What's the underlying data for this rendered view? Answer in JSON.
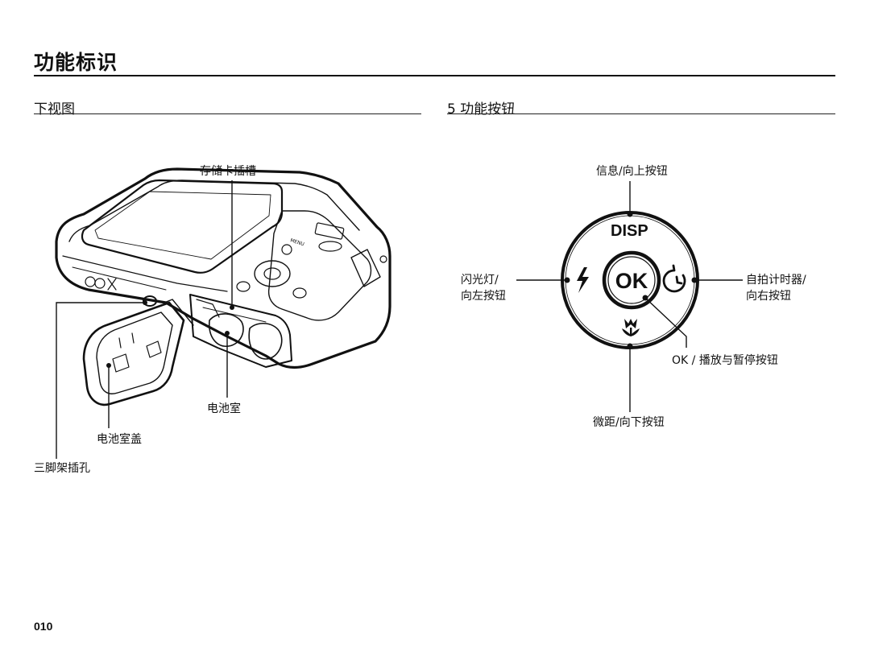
{
  "page": {
    "title": "功能标识",
    "page_number": "010"
  },
  "bottom_view": {
    "heading": "下视图",
    "labels": {
      "card_slot": "存储卡插槽",
      "battery_chamber": "电池室",
      "battery_cover": "电池室盖",
      "tripod_socket": "三脚架插孔"
    }
  },
  "five_function": {
    "heading": "5 功能按钮",
    "labels": {
      "disp_up": "信息/向上按钮",
      "flash_left_1": "闪光灯/",
      "flash_left_2": "向左按钮",
      "timer_right_1": "自拍计时器/",
      "timer_right_2": "向右按钮",
      "ok_play": "OK / 播放与暂停按钮",
      "macro_down": "微距/向下按钮"
    },
    "dial_text": {
      "disp": "DISP",
      "ok": "OK"
    }
  },
  "icons": [
    "flash-icon",
    "self-timer-icon",
    "macro-tulip-icon"
  ]
}
